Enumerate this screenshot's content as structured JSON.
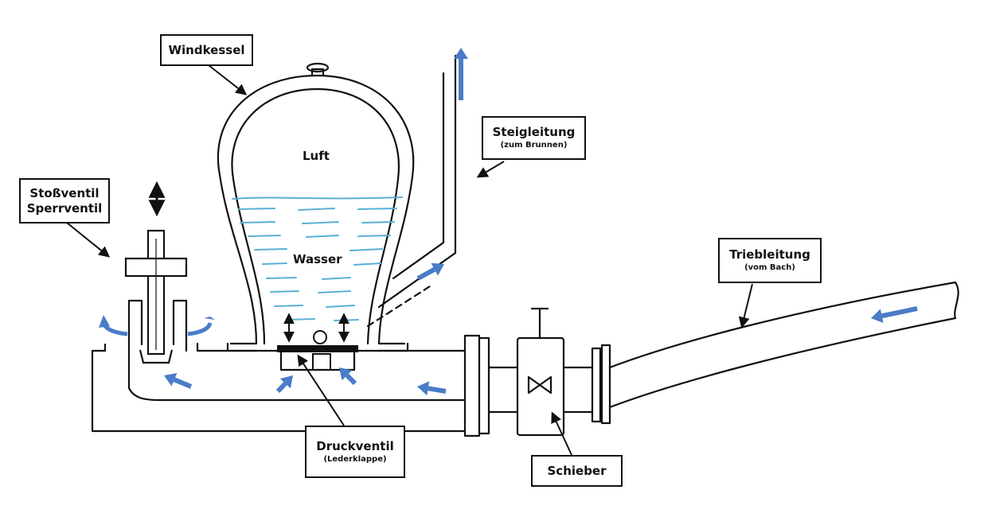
{
  "labels": {
    "windkessel": "Windkessel",
    "luft": "Luft",
    "wasser": "Wasser",
    "steigleitung": "Steigleitung",
    "steigleitung_sub": "(zum Brunnen)",
    "stossventil_1": "Stoßventil",
    "stossventil_2": "Sperrventil",
    "triebleitung": "Triebleitung",
    "triebleitung_sub": "(vom Bach)",
    "druckventil": "Druckventil",
    "druckventil_sub": "(Lederklappe)",
    "schieber": "Schieber"
  },
  "colors": {
    "line": "#111111",
    "flow_arrow": "#4a7cc7",
    "water": "#5ab0d6"
  }
}
